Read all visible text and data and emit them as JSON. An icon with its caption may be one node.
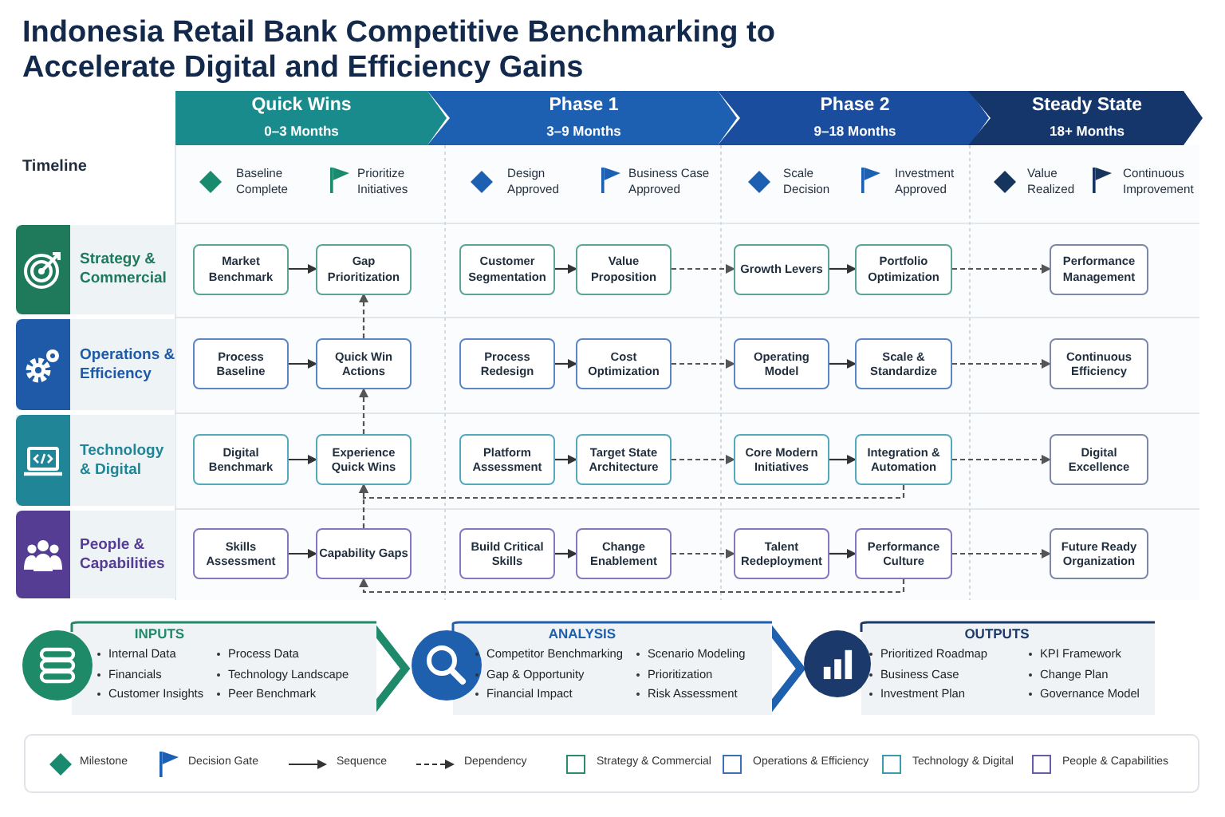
{
  "diagram": {
    "title": "Indonesia Retail Bank Competitive Benchmarking to Accelerate Digital and Efficiency Gains",
    "nodes": [
      {
        "text": [
          "Quick Wins",
          "0–3 Months"
        ]
      },
      {
        "text": [
          "Phase 1",
          "3–9 Months"
        ]
      },
      {
        "text": [
          "Phase 2",
          "9–18 Months"
        ]
      },
      {
        "text": [
          "Steady State",
          "18+ Months"
        ]
      },
      {
        "text": [
          "Strategy & Commercial"
        ]
      },
      {
        "text": [
          "Operations & Efficiency"
        ]
      },
      {
        "text": [
          "Technology & Digital"
        ]
      },
      {
        "text": [
          "People & Capabilities"
        ]
      },
      {
        "text": [
          "Market Benchmark"
        ]
      },
      {
        "text": [
          "Gap Prioritization"
        ]
      },
      {
        "text": [
          "Customer Segmentation"
        ]
      },
      {
        "text": [
          "Value Proposition"
        ]
      },
      {
        "text": [
          "Growth Levers"
        ]
      },
      {
        "text": [
          "Portfolio Optimization"
        ]
      },
      {
        "text": [
          "Performance Management"
        ]
      },
      {
        "text": [
          "Process Baseline"
        ]
      },
      {
        "text": [
          "Quick Win Actions"
        ]
      },
      {
        "text": [
          "Process Redesign"
        ]
      },
      {
        "text": [
          "Cost Optimization"
        ]
      },
      {
        "text": [
          "Operating Model"
        ]
      },
      {
        "text": [
          "Scale & Standardize"
        ]
      },
      {
        "text": [
          "Continuous Efficiency"
        ]
      },
      {
        "text": [
          "Digital Benchmark"
        ]
      },
      {
        "text": [
          "Experience Quick Wins"
        ]
      },
      {
        "text": [
          "Platform Assessment"
        ]
      },
      {
        "text": [
          "Target State Architecture"
        ]
      },
      {
        "text": [
          "Core Modern Initiatives"
        ]
      },
      {
        "text": [
          "Integration & Automation"
        ]
      },
      {
        "text": [
          "Digital Excellence"
        ]
      },
      {
        "text": [
          "Skills Assessment"
        ]
      },
      {
        "text": [
          "Capability Gaps"
        ]
      },
      {
        "text": [
          "Build Critical Skills"
        ]
      },
      {
        "text": [
          "Change Enablement"
        ]
      },
      {
        "text": [
          "Talent Redeployment"
        ]
      },
      {
        "text": [
          "Performance Culture"
        ]
      },
      {
        "text": [
          "Future Ready Organization"
        ]
      },
      {
        "text": [
          "INPUTS",
          "Internal Data",
          "Financials",
          "Customer Insights",
          "Process Data",
          "Technology Landscape",
          "Peer Benchmark"
        ]
      },
      {
        "text": [
          "ANALYSIS",
          "Competitor Benchmarking",
          "Gap & Opportunity",
          "Financial Impact",
          "Scenario Modeling",
          "Prioritization",
          "Risk Assessment"
        ]
      },
      {
        "text": [
          "OUTPUTS",
          "Prioritized Roadmap",
          "Business Case",
          "Investment Plan",
          "KPI Framework",
          "Change Plan",
          "Governance Model"
        ]
      }
    ],
    "edges": [
      {
        "from": 8,
        "to": 9,
        "arrow": "to"
      },
      {
        "from": 10,
        "to": 11,
        "arrow": "to"
      },
      {
        "from": 11,
        "to": 12,
        "arrow": "to",
        "style": "dashed"
      },
      {
        "from": 12,
        "to": 13,
        "arrow": "to"
      },
      {
        "from": 13,
        "to": 14,
        "arrow": "to",
        "style": "dashed"
      },
      {
        "from": 15,
        "to": 16,
        "arrow": "to"
      },
      {
        "from": 17,
        "to": 18,
        "arrow": "to"
      },
      {
        "from": 18,
        "to": 19,
        "arrow": "to",
        "style": "dashed"
      },
      {
        "from": 19,
        "to": 20,
        "arrow": "to"
      },
      {
        "from": 20,
        "to": 21,
        "arrow": "to",
        "style": "dashed"
      },
      {
        "from": 22,
        "to": 23,
        "arrow": "to"
      },
      {
        "from": 24,
        "to": 25,
        "arrow": "to"
      },
      {
        "from": 25,
        "to": 26,
        "arrow": "to",
        "style": "dashed"
      },
      {
        "from": 26,
        "to": 27,
        "arrow": "to"
      },
      {
        "from": 27,
        "to": 28,
        "arrow": "to",
        "style": "dashed"
      },
      {
        "from": 29,
        "to": 30,
        "arrow": "to"
      },
      {
        "from": 31,
        "to": 32,
        "arrow": "to"
      },
      {
        "from": 32,
        "to": 33,
        "arrow": "to",
        "style": "dashed"
      },
      {
        "from": 33,
        "to": 34,
        "arrow": "to"
      },
      {
        "from": 34,
        "to": 35,
        "arrow": "to",
        "style": "dashed"
      },
      {
        "from": 16,
        "to": 9,
        "arrow": "to",
        "style": "dashed"
      },
      {
        "from": 23,
        "to": 16,
        "arrow": "to",
        "style": "dashed"
      },
      {
        "from": 30,
        "to": 23,
        "arrow": "to",
        "style": "dashed"
      },
      {
        "from": 27,
        "to": 23,
        "arrow": "to",
        "style": "dashed"
      },
      {
        "from": 34,
        "to": 30,
        "arrow": "to",
        "style": "dashed"
      },
      {
        "from": 36,
        "to": 37,
        "arrow": "to",
        "style": "thick",
        "color": "#1e8a6a"
      },
      {
        "from": 37,
        "to": 38,
        "arrow": "to",
        "style": "thick",
        "color": "#1e5fae"
      }
    ],
    "labels": [
      "Timeline",
      "Baseline Complete",
      "Prioritize Initiatives",
      "Design Approved",
      "Business Case Approved",
      "Scale Decision",
      "Investment Approved",
      "Value Realized",
      "Continuous Improvement"
    ],
    "legend": [
      {
        "text": "Milestone"
      },
      {
        "text": "Decision Gate"
      },
      {
        "text": "Sequence"
      },
      {
        "text": "Dependency"
      },
      {
        "text": "Strategy & Commercial",
        "color": "#2e8a6e"
      },
      {
        "text": "Operations & Efficiency",
        "color": "#3b6fb6"
      },
      {
        "text": "Technology & Digital",
        "color": "#3a9bb0"
      },
      {
        "text": "People & Capabilities",
        "color": "#6a5aa8"
      }
    ]
  }
}
